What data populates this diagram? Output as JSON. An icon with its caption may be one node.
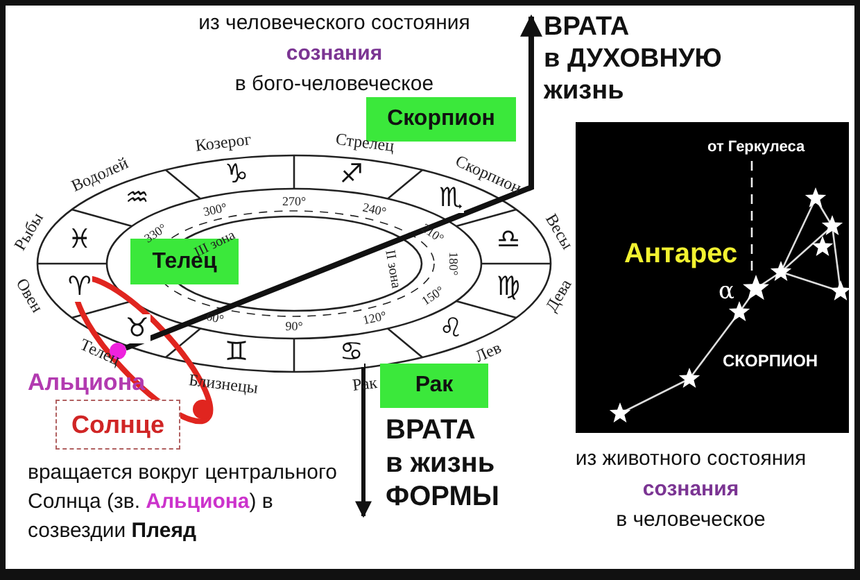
{
  "diagram": {
    "nodes": [
      {
        "text": [
          "Скорпион"
        ]
      },
      {
        "text": [
          "Телец"
        ]
      },
      {
        "text": [
          "Рак"
        ]
      },
      {
        "text": [
          "Солнце"
        ]
      },
      {
        "text": [],
        "shape": "circle"
      },
      {
        "text": [
          "от Геркулеса",
          "Антарес",
          "α",
          "СКОРПИОН"
        ]
      },
      {
        "text": [
          "ВРАТА в ДУХОВНУЮ жизнь"
        ]
      }
    ],
    "edges": [
      {
        "from": 4,
        "to": 6,
        "arrow": "to"
      }
    ],
    "labels": [
      "из человеческого состояния **сознания** в бого-человеческое",
      "Козерог",
      "Стрелец",
      "Скорпион",
      "Весы",
      "Дева",
      "Лев",
      "Рак",
      "Близнецы",
      "Телец",
      "Овен",
      "Рыбы",
      "Водолей",
      "♑",
      "♐",
      "♏",
      "♎",
      "♍",
      "♌",
      "♋",
      "♊",
      "♉",
      "♈",
      "♓",
      "♒",
      "300°",
      "270°",
      "240°",
      "210°",
      "180°",
      "150°",
      "120°",
      "90°",
      "60°",
      "330°",
      "III зона",
      "II зона",
      "Альциона",
      "вращается вокруг центрального Солнца (зв. *Альциона*) в созвездии **Плеяд**",
      "ВРАТА в жизнь ФОРМЫ",
      "из животного состояния **сознания** в человеческое"
    ]
  }
}
